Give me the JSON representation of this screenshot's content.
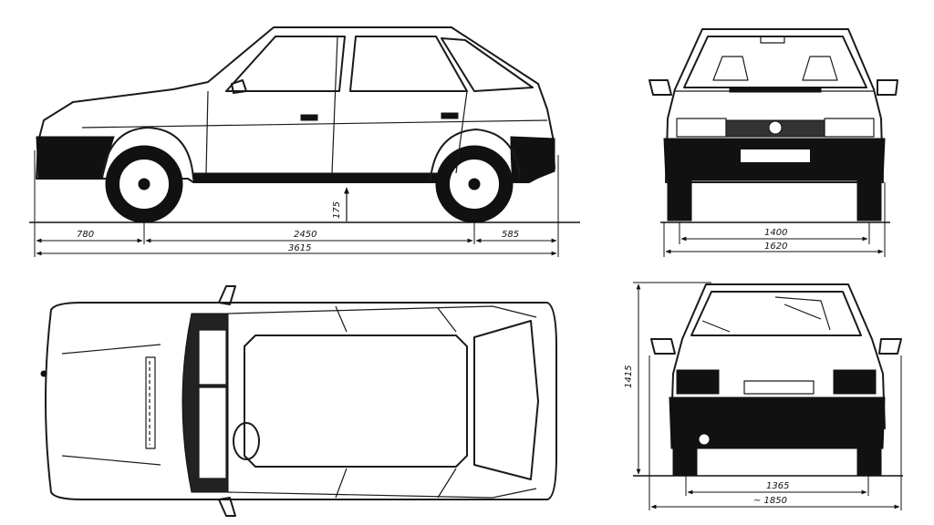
{
  "side_view": {
    "front_overhang": "780",
    "wheelbase": "2450",
    "rear_overhang": "585",
    "overall_length": "3615",
    "ground_clearance": "175"
  },
  "front_view": {
    "front_track": "1400",
    "overall_width": "1620"
  },
  "rear_view": {
    "height": "1415",
    "rear_track": "1365",
    "mirror_width": "~ 1850"
  }
}
